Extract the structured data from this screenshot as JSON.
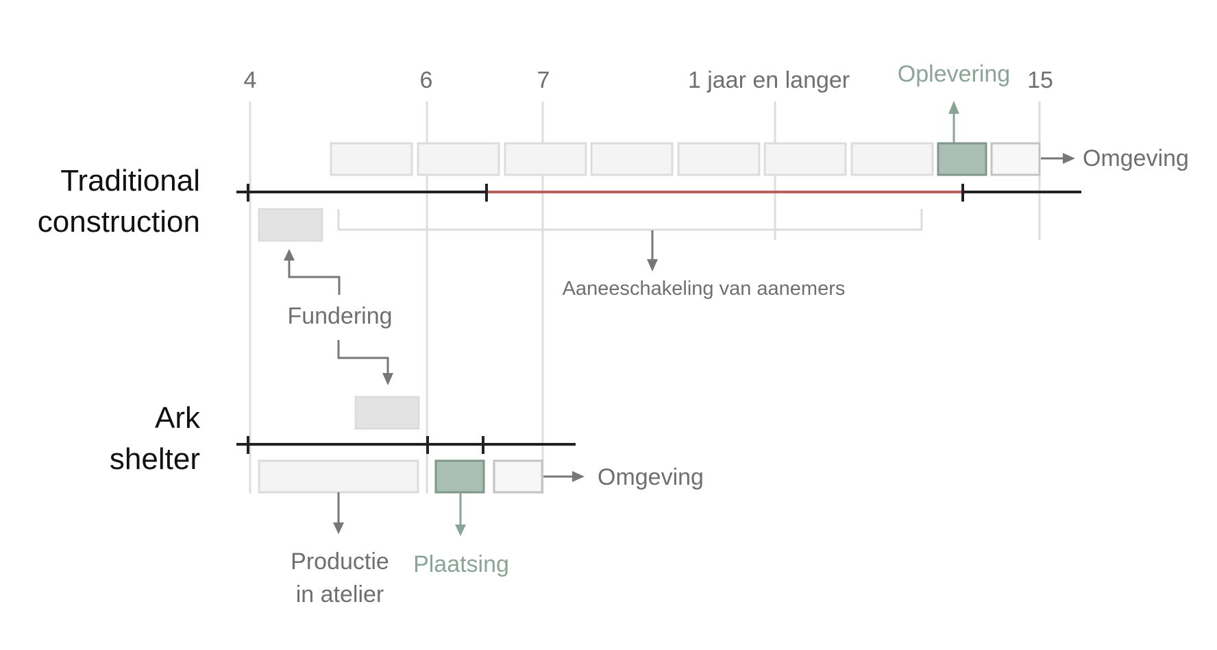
{
  "timeline": {
    "ticks": [
      "4",
      "6",
      "7",
      "1 jaar en langer",
      "15"
    ]
  },
  "rows": {
    "traditional": {
      "title_line1": "Traditional",
      "title_line2": "construction"
    },
    "ark": {
      "title_line1": "Ark",
      "title_line2": "shelter"
    }
  },
  "labels": {
    "oplevering": "Oplevering",
    "omgeving_traditional": "Omgeving",
    "aaneeschakeling": "Aaneeschakeling van aanemers",
    "fundering": "Fundering",
    "omgeving_ark": "Omgeving",
    "productie_line1": "Productie",
    "productie_line2": "in atelier",
    "plaatsing": "Plaatsing"
  },
  "colors": {
    "accent_green": "#a9bfb3",
    "accent_green_text": "#8aa597",
    "critical_red": "#b8615c",
    "axis": "#222222"
  }
}
